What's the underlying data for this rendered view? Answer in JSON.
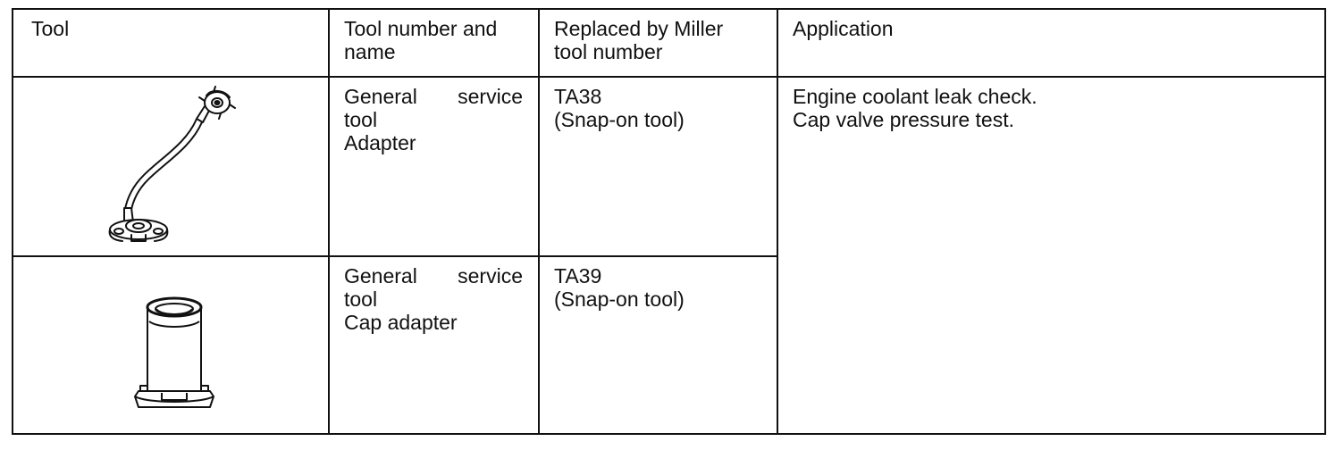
{
  "table": {
    "headers": {
      "tool": "Tool",
      "tool_number_line1": "Tool number and",
      "tool_number_line2": "name",
      "replaced_line1": "Replaced by Miller",
      "replaced_line2": "tool number",
      "application": "Application"
    },
    "rows": [
      {
        "tool_icon": "radiator-cap-hose-adapter-icon",
        "name_line1_a": "General",
        "name_line1_b": "service",
        "name_line2": "tool",
        "name_line3": "Adapter",
        "replaced_line1": "TA38",
        "replaced_line2": "(Snap-on tool)"
      },
      {
        "tool_icon": "cap-adapter-icon",
        "name_line1_a": "General",
        "name_line1_b": "service",
        "name_line2": "tool",
        "name_line3": "Cap adapter",
        "replaced_line1": "TA39",
        "replaced_line2": "(Snap-on tool)"
      }
    ],
    "application_line1": "Engine coolant leak check.",
    "application_line2": "Cap valve pressure test."
  }
}
